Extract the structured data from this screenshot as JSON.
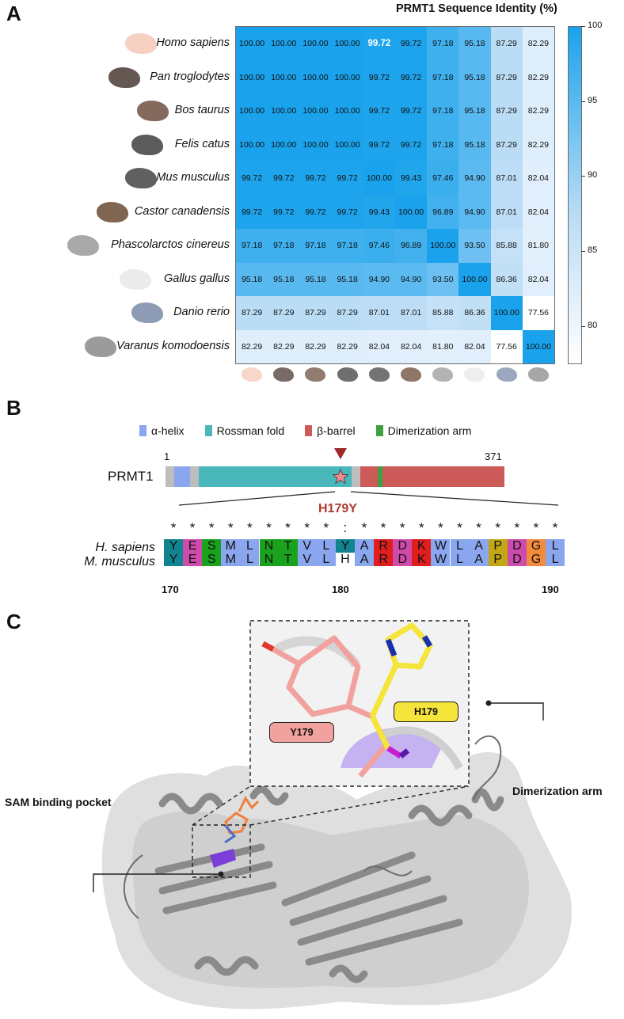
{
  "panels": {
    "a": "A",
    "b": "B",
    "c": "C"
  },
  "heatmap": {
    "title": "PRMT1 Sequence Identity (%)",
    "species": [
      "Homo sapiens",
      "Pan troglodytes",
      "Bos taurus",
      "Felis catus",
      "Mus musculus",
      "Castor canadensis",
      "Phascolarctos cinereus",
      "Gallus gallus",
      "Danio rerio",
      "Varanus komodoensis"
    ],
    "species_icons": [
      "human-icon",
      "chimpanzee-icon",
      "cow-icon",
      "cat-icon",
      "mouse-icon",
      "beaver-icon",
      "koala-icon",
      "chicken-icon",
      "zebrafish-icon",
      "komodo-dragon-icon"
    ],
    "colorbar": {
      "ticks": [
        "100",
        "95",
        "90",
        "85",
        "80"
      ],
      "min": 77.56,
      "max": 100,
      "color_high": "#1aa3ec",
      "color_low": "#ffffff"
    }
  },
  "chart_data": {
    "type": "heatmap",
    "title": "PRMT1 Sequence Identity (%)",
    "rows": [
      "Homo sapiens",
      "Pan troglodytes",
      "Bos taurus",
      "Felis catus",
      "Mus musculus",
      "Castor canadensis",
      "Phascolarctos cinereus",
      "Gallus gallus",
      "Danio rerio",
      "Varanus komodoensis"
    ],
    "columns": [
      "Homo sapiens",
      "Pan troglodytes",
      "Bos taurus",
      "Felis catus",
      "Mus musculus",
      "Castor canadensis",
      "Phascolarctos cinereus",
      "Gallus gallus",
      "Danio rerio",
      "Varanus komodoensis"
    ],
    "values": [
      [
        "100.00",
        "100.00",
        "100.00",
        "100.00",
        "99.72",
        "99.72",
        "97.18",
        "95.18",
        "87.29",
        "82.29"
      ],
      [
        "100.00",
        "100.00",
        "100.00",
        "100.00",
        "99.72",
        "99.72",
        "97.18",
        "95.18",
        "87.29",
        "82.29"
      ],
      [
        "100.00",
        "100.00",
        "100.00",
        "100.00",
        "99.72",
        "99.72",
        "97.18",
        "95.18",
        "87.29",
        "82.29"
      ],
      [
        "100.00",
        "100.00",
        "100.00",
        "100.00",
        "99.72",
        "99.72",
        "97.18",
        "95.18",
        "87.29",
        "82.29"
      ],
      [
        "99.72",
        "99.72",
        "99.72",
        "99.72",
        "100.00",
        "99.43",
        "97.46",
        "94.90",
        "87.01",
        "82.04"
      ],
      [
        "99.72",
        "99.72",
        "99.72",
        "99.72",
        "99.43",
        "100.00",
        "96.89",
        "94.90",
        "87.01",
        "82.04"
      ],
      [
        "97.18",
        "97.18",
        "97.18",
        "97.18",
        "97.46",
        "96.89",
        "100.00",
        "93.50",
        "85.88",
        "81.80"
      ],
      [
        "95.18",
        "95.18",
        "95.18",
        "95.18",
        "94.90",
        "94.90",
        "93.50",
        "100.00",
        "86.36",
        "82.04"
      ],
      [
        "87.29",
        "87.29",
        "87.29",
        "87.29",
        "87.01",
        "87.01",
        "85.88",
        "86.36",
        "100.00",
        "77.56"
      ],
      [
        "82.29",
        "82.29",
        "82.29",
        "82.29",
        "82.04",
        "82.04",
        "81.80",
        "82.04",
        "77.56",
        "100.00"
      ]
    ],
    "highlight_cell": {
      "row": 0,
      "col": 4
    },
    "colorbar_range": [
      77.56,
      100
    ]
  },
  "domains": {
    "legend": [
      {
        "label": "α-helix",
        "color": "#8aa6ef"
      },
      {
        "label": "Rossman fold",
        "color": "#4ab8bb"
      },
      {
        "label": "β-barrel",
        "color": "#cc5a58"
      },
      {
        "label": "Dimerization arm",
        "color": "#3fa043"
      }
    ],
    "protein": "PRMT1",
    "start": "1",
    "end": "371",
    "mutation": "H179Y"
  },
  "alignment": {
    "names": [
      "H. sapiens",
      "M. musculus"
    ],
    "conservation": [
      "*",
      "*",
      "*",
      "*",
      "*",
      "*",
      "*",
      "*",
      "*",
      ":",
      "*",
      "*",
      "*",
      "*",
      "*",
      "*",
      "*",
      "*",
      "*",
      "*",
      "*"
    ],
    "seq1": [
      "Y",
      "E",
      "S",
      "M",
      "L",
      "N",
      "T",
      "V",
      "L",
      "Y",
      "A",
      "R",
      "D",
      "K",
      "W",
      "L",
      "A",
      "P",
      "D",
      "G",
      "L"
    ],
    "seq2": [
      "Y",
      "E",
      "S",
      "M",
      "L",
      "N",
      "T",
      "V",
      "L",
      "H",
      "A",
      "R",
      "D",
      "K",
      "W",
      "L",
      "A",
      "P",
      "D",
      "G",
      "L"
    ],
    "colors1": [
      "#11848f",
      "#cf4bab",
      "#1aa11d",
      "#8aa6ef",
      "#8aa6ef",
      "#1aa11d",
      "#1aa11d",
      "#8aa6ef",
      "#8aa6ef",
      "#11848f",
      "#8aa6ef",
      "#e11e1e",
      "#cf4bab",
      "#e11e1e",
      "#8aa6ef",
      "#8aa6ef",
      "#8aa6ef",
      "#c4a614",
      "#cf4bab",
      "#f28c3c",
      "#8aa6ef"
    ],
    "colors2": [
      "#11848f",
      "#cf4bab",
      "#1aa11d",
      "#8aa6ef",
      "#8aa6ef",
      "#1aa11d",
      "#1aa11d",
      "#8aa6ef",
      "#8aa6ef",
      "#ffffff",
      "#8aa6ef",
      "#e11e1e",
      "#cf4bab",
      "#e11e1e",
      "#8aa6ef",
      "#8aa6ef",
      "#8aa6ef",
      "#c4a614",
      "#cf4bab",
      "#f28c3c",
      "#8aa6ef"
    ],
    "positions": [
      "170",
      "180",
      "190"
    ]
  },
  "structure": {
    "label_y": "Y179",
    "label_h": "H179",
    "sam_pocket": "SAM binding pocket",
    "dimer_arm": "Dimerization arm"
  }
}
